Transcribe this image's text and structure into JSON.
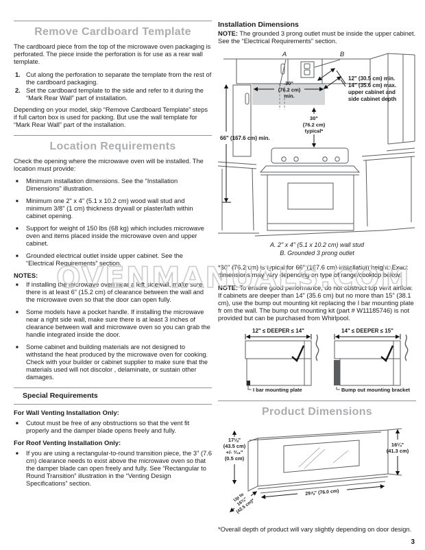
{
  "page": {
    "number": "3",
    "watermark": "OVENMANUALS.COM"
  },
  "icons": {
    "bullet": "■"
  },
  "left": {
    "remove": {
      "title": "Remove Cardboard Template",
      "p1": "The cardboard piece from the top of the microwave oven packaging is perforated. The piece inside the perforation is for use as a rear wall template.",
      "steps": [
        {
          "num": "1.",
          "text": "Cut along the perforation to separate the template from the rest of the cardboard packaging."
        },
        {
          "num": "2.",
          "text": "Set the cardboard template to the side and refer to it during the “Mark Rear Wall” part of installation."
        }
      ],
      "p2": "Depending on your model, skip “Remove Cardboard Template” steps if full carton box is used for packing. But use the wall template for “Mark Rear Wall” part of the installation."
    },
    "location": {
      "title": "Location Requirements",
      "intro": "Check the opening where the microwave oven will be installed. The location must provide:",
      "bullets": [
        "Minimum installation dimensions. See the “Installation Dimensions” illustration.",
        "Minimum one 2\" x 4\" (5.1 x 10.2 cm) wood wall stud and minimum 3/8\" (1 cm) thickness drywall or plaster/lath within cabinet opening.",
        "Support for weight of 150 lbs (68 kg) which includes microwave oven and items placed inside the microwave oven and upper cabinet.",
        "Grounded electrical outlet inside upper cabinet. See the “Electrical Requirements” section."
      ],
      "notes_label": "NOTES:",
      "notes": [
        "If installing the microwave oven near a left sidewall, make sure there is at least 6\" (15.2 cm) of clearance between the wall and the microwave oven so that the door can open fully.",
        "Some models have a pocket handle. If installing the microwave near a right side wall, make sure there is at least 3 inches of clearance between wall and microwave oven so you can grab the handle integrated inside the door.",
        "Some cabinet and building materials are not designed to withstand the heat produced by the microwave oven for cooking. Check with your builder or cabinet supplier to make sure that the materials used will not discolor , delaminate, or sustain other damages."
      ]
    },
    "special": {
      "title": "Special Requirements",
      "wall_heading": "For Wall Venting Installation Only:",
      "wall_bullet": "Cutout must be free of any obstructions so that the vent fit properly and the damper blade opens freely and fully.",
      "roof_heading": "For Roof Venting Installation Only:",
      "roof_bullet": "If you are using a rectangular-to-round transition piece, the 3\" (7.6 cm) clearance needs to exist above the microwave oven so that the damper blade can open freely and fully. See “Rectangular to Round Transition” illustration in the “Venting Design Specifications” section."
    }
  },
  "right": {
    "install": {
      "title": "Installation Dimensions",
      "note_label": "NOTE:",
      "note_text": "The grounded 3 prong outlet must be inside the upper cabinet. See the “Electrical Requirements” section.",
      "diagram": {
        "label_a": "A",
        "label_b": "B",
        "open_w1": "30\"",
        "open_w2": "(76.2 cm)",
        "open_w3": "min.",
        "depth1": "12\" (30.5 cm) min.",
        "depth2": "14\" (35.6 cm) max.",
        "depth3": "upper cabinet and",
        "depth4": "side cabinet depth",
        "height": "66\" (167.6 cm) min.",
        "typ1": "30\"",
        "typ2": "(76.2 cm)",
        "typ3": "typical*"
      },
      "caption_a": "A. 2\" x 4\" (5.1 x 10.2 cm) wall stud",
      "caption_b": "B. Grounded 3 prong outlet",
      "footnote": "*30\" (76.2 cm) is typical for 66\" (167.6 cm) installation height. Exact dimensions may vary depending on type of range/cooktop below.",
      "note2_label": "NOTE:",
      "note2_text": "To ensure good performance, do not obstruct top vent airflow. If cabinets are deeper than 14\" (35.6 cm) but no more than 15\" (38.1 cm), use the bump out mounting kit replacing the I bar mounting plate fr om the wall. The bump out mounting kit (part # W11185746) is not provided but can be purchased from Whirlpool."
    },
    "mounting": {
      "left_title": "12\" ≤ DEEPER ≤ 14\"",
      "left_caption": "I bar mounting plate",
      "right_title": "14\" ≤ DEEPER ≤ 15\"",
      "right_caption": "Bump out mounting bracket"
    },
    "product": {
      "title": "Product Dimensions",
      "h_left1": "17⅛\"",
      "h_left2": "(43.5 cm)",
      "h_left3": "+/- ³⁄₁₆\"",
      "h_left4": "(0.5 cm)",
      "h_right1": "16¼\"",
      "h_right2": "(41.3 cm)",
      "width": "29⅞\" (76.0 cm)",
      "depth1": "Up to",
      "depth2": "16¾\"",
      "depth3": "(42.5 cm)*",
      "footnote": "*Overall depth of product will vary slightly depending on door design."
    }
  }
}
